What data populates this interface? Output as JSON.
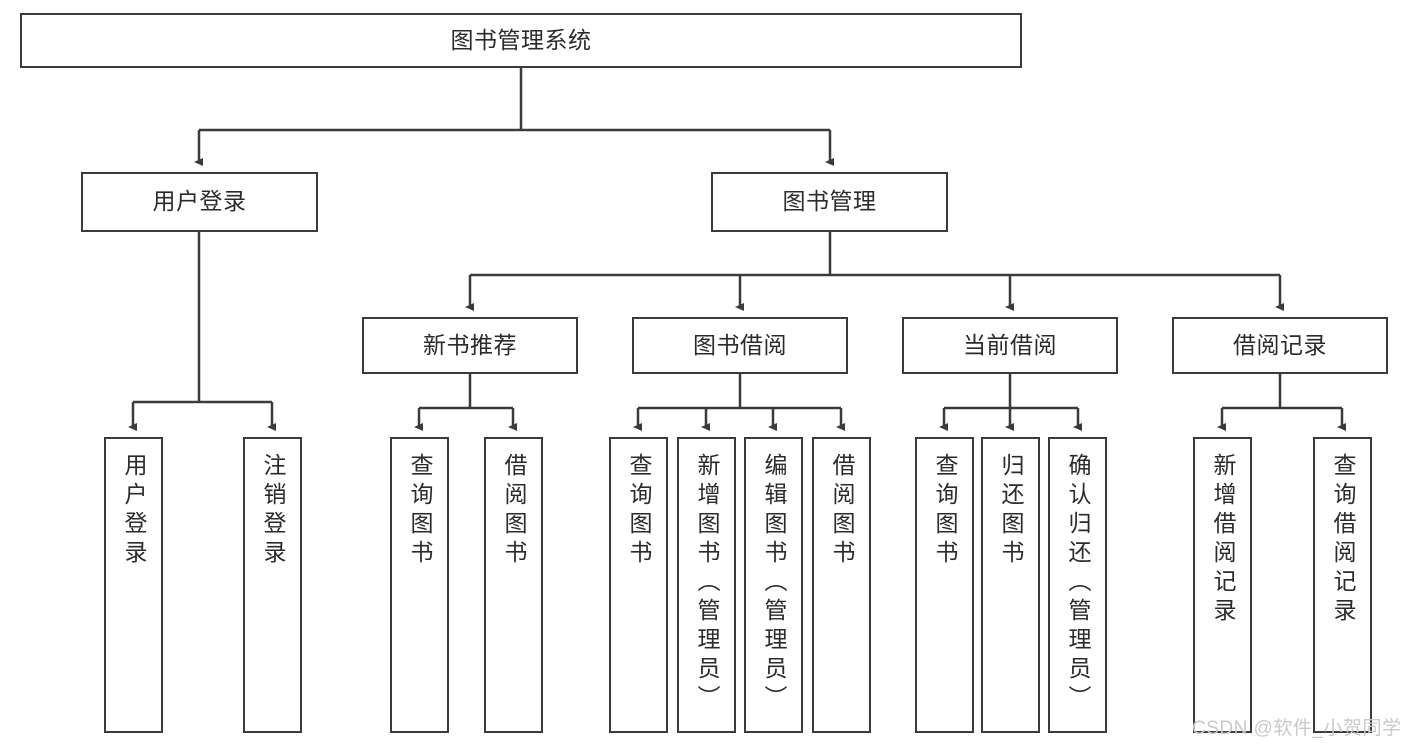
{
  "diagram": {
    "title": "图书管理系统",
    "root": {
      "label": "图书管理系统"
    },
    "level1": [
      {
        "label": "用户登录"
      },
      {
        "label": "图书管理"
      }
    ],
    "level2": [
      {
        "label": "新书推荐"
      },
      {
        "label": "图书借阅"
      },
      {
        "label": "当前借阅"
      },
      {
        "label": "借阅记录"
      }
    ],
    "leaves": {
      "user_login": [
        {
          "label": "用户登录"
        },
        {
          "label": "注销登录"
        }
      ],
      "new_book": [
        {
          "label": "查询图书"
        },
        {
          "label": "借阅图书"
        }
      ],
      "book_borrow": [
        {
          "label": "查询图书"
        },
        {
          "label": "新增图书（管理员）"
        },
        {
          "label": "编辑图书（管理员）"
        },
        {
          "label": "借阅图书"
        }
      ],
      "current_borrow": [
        {
          "label": "查询图书"
        },
        {
          "label": "归还图书"
        },
        {
          "label": "确认归还（管理员）"
        }
      ],
      "borrow_record": [
        {
          "label": "新增借阅记录"
        },
        {
          "label": "查询借阅记录"
        }
      ]
    }
  },
  "watermark": {
    "text": "CSDN @软件_小贺同学"
  },
  "colors": {
    "border": "#3b3b3b",
    "text": "#2b2b2b",
    "background": "#ffffff",
    "watermark": "#c9c9c9"
  }
}
